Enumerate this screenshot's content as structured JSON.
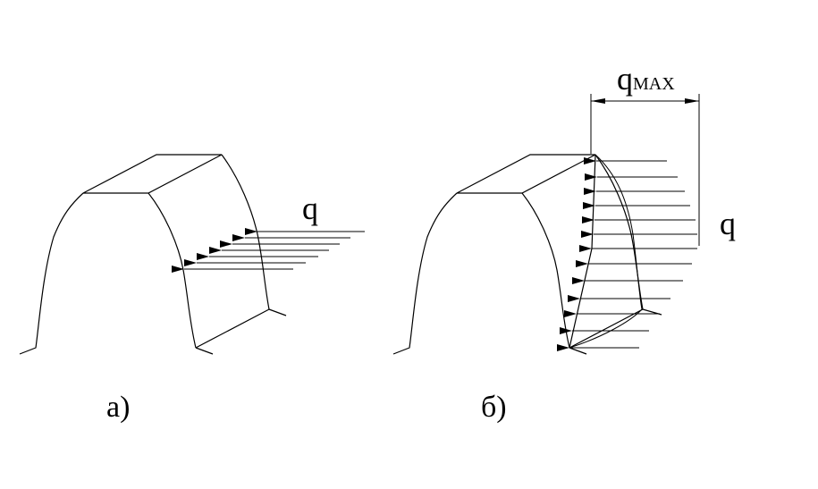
{
  "figure": {
    "label_a": "а)",
    "label_b": "б)",
    "load_symbol_a": "q",
    "load_symbol_b": "q",
    "qmax_base": "q",
    "qmax_subscript": "MAX"
  },
  "colors": {
    "stroke": "#000000",
    "background": "#ffffff"
  }
}
